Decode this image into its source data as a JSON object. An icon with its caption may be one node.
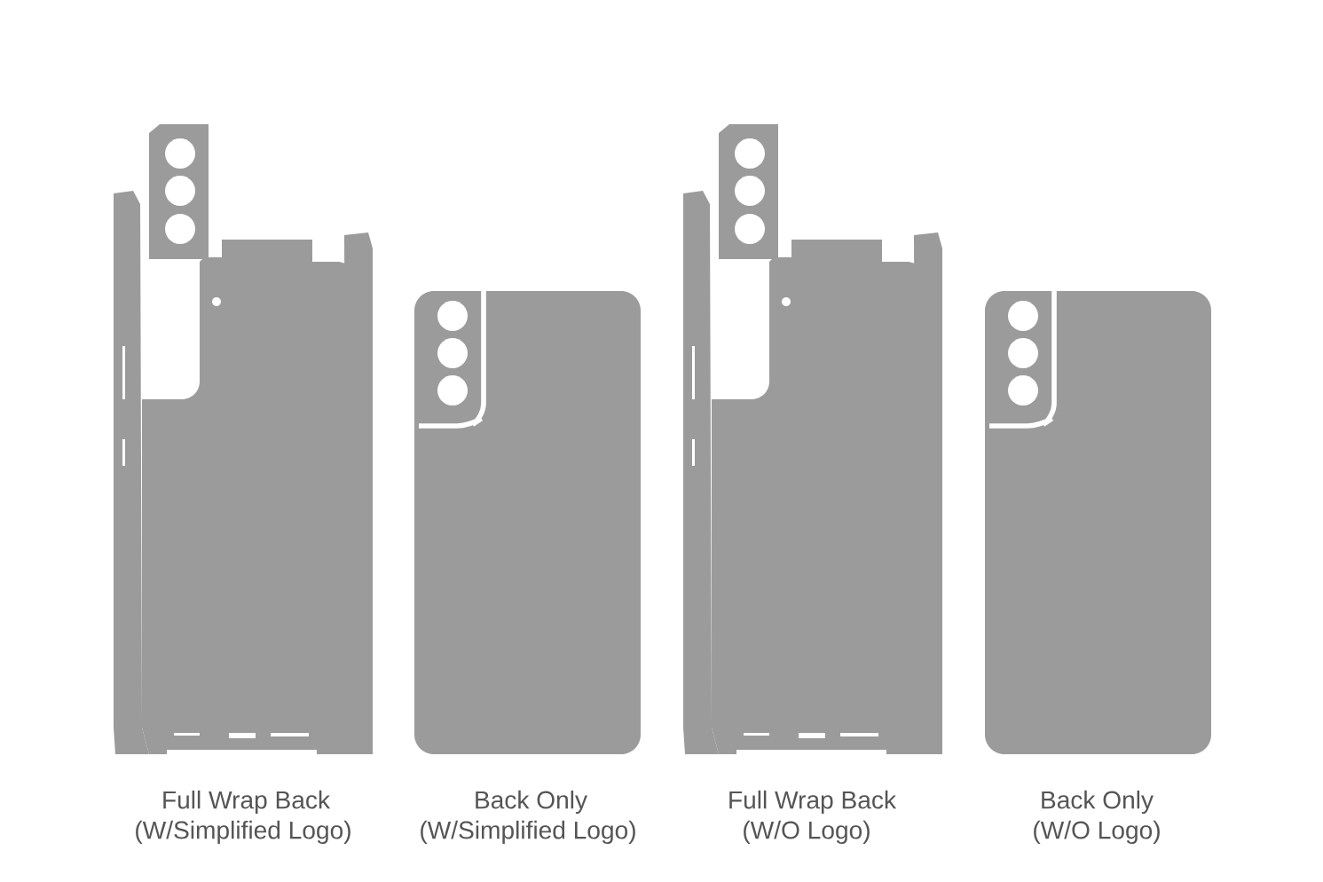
{
  "diagram": {
    "labels": [
      "Full Wrap Back",
      "Back Only",
      "Full Wrap Back",
      "Back Only",
      "(W/Simplified Logo)",
      "(W/Simplified Logo)",
      "(W/O Logo)",
      "(W/O Logo)"
    ]
  }
}
